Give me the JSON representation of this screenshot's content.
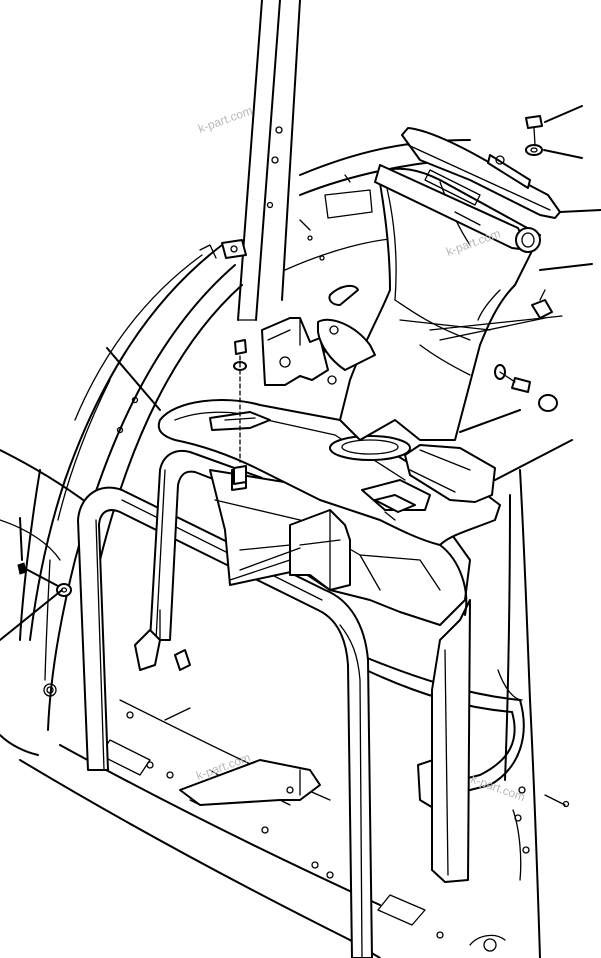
{
  "watermarks": {
    "wm1": "k-part.com",
    "wm2": "k-part.com",
    "wm3": "k-part.com",
    "wm4": "k-part.com"
  }
}
